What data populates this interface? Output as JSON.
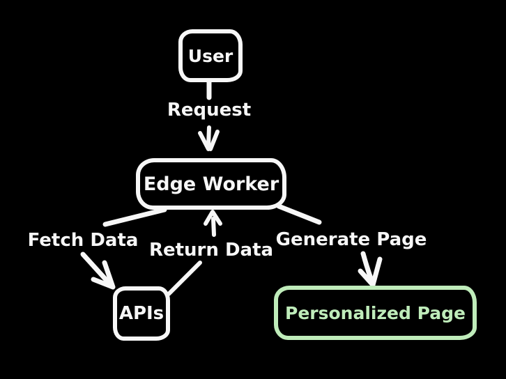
{
  "canvas": {
    "background_color": "#000000",
    "stroke_color": "#f7f7f7",
    "accent_color": "#bfecba"
  },
  "nodes": {
    "user": {
      "label": "User"
    },
    "edge_worker": {
      "label": "Edge Worker"
    },
    "apis": {
      "label": "APIs"
    },
    "personalized_page": {
      "label": "Personalized Page",
      "highlighted": true
    }
  },
  "edges": {
    "request": {
      "label": "Request",
      "from": "User",
      "to": "Edge Worker"
    },
    "fetch_data": {
      "label": "Fetch Data",
      "from": "Edge Worker",
      "to": "APIs"
    },
    "return_data": {
      "label": "Return Data",
      "from": "APIs",
      "to": "Edge Worker"
    },
    "generate_page": {
      "label": "Generate Page",
      "from": "Edge Worker",
      "to": "Personalized Page"
    }
  }
}
